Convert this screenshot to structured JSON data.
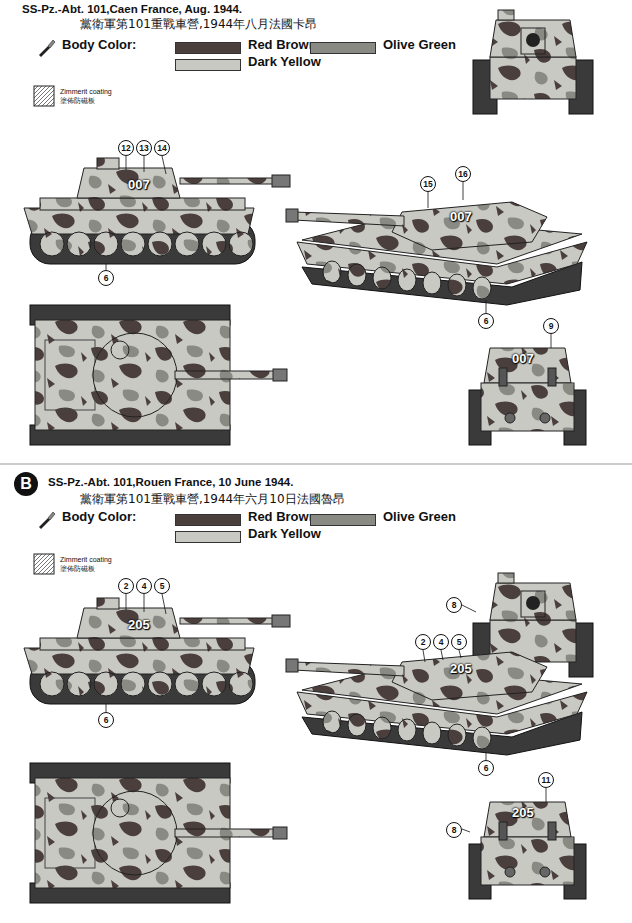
{
  "diagram": {
    "labels": [
      "SS-Pz.-Abt. 101,Caen France, Aug. 1944.",
      "黨衛軍第101重戰車營,1944年八月法國卡昂",
      "Body Color:",
      "Zimmerit coating",
      "塗佈防磁板",
      "12",
      "13",
      "14",
      "007",
      "6",
      "16",
      "15",
      "007",
      "6",
      "9",
      "007",
      "B",
      "SS-Pz.-Abt. 101,Rouen France, 10 June 1944.",
      "黨衛軍第101重戰車營,1944年六月10日法國魯昂",
      "Body Color:",
      "Zimmerit coating",
      "塗佈防磁板",
      "8",
      "2",
      "4",
      "5",
      "205",
      "6",
      "2",
      "4",
      "5",
      "205",
      "6",
      "11",
      "205",
      "8"
    ],
    "legend": [
      {
        "text": "Red Brown",
        "color": "#4a3f3d"
      },
      {
        "text": "Olive Green",
        "color": "#8a8a84"
      },
      {
        "text": "Dark Yellow",
        "color": "#c9c9c4"
      },
      {
        "text": "Red Brown",
        "color": "#4a3f3d"
      },
      {
        "text": "Olive Green",
        "color": "#8a8a84"
      },
      {
        "text": "Dark Yellow",
        "color": "#c9c9c4"
      }
    ]
  }
}
